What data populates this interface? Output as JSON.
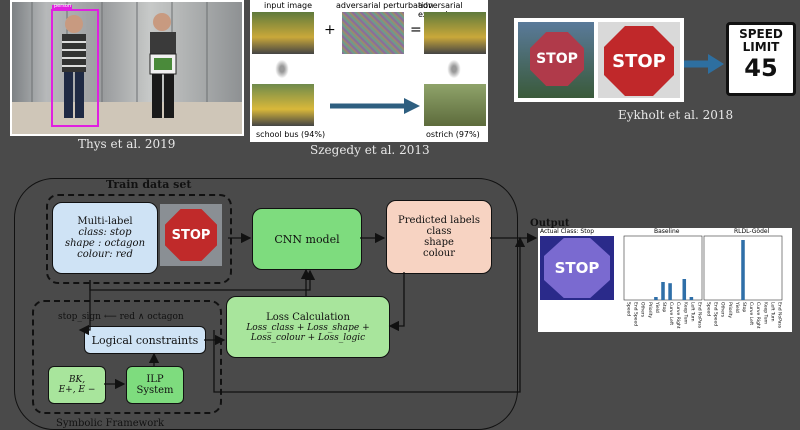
{
  "top": {
    "thys": {
      "caption": "Thys et al. 2019",
      "badge": "person"
    },
    "szegedy": {
      "caption": "Szegedy et al. 2013",
      "input_label": "input image",
      "pert_label": "adversarial perturbation",
      "example_label": "adversarial example",
      "plus": "+",
      "equals": "=",
      "bus_label": "school bus (94%)",
      "ostrich_label": "ostrich (97%)"
    },
    "eykholt": {
      "caption": "Eykholt et al. 2018",
      "speed_line1": "SPEED",
      "speed_line2": "LIMIT",
      "speed_value": "45",
      "stop_text": "STOP"
    }
  },
  "diagram": {
    "train_title": "Train data set",
    "multilabel_title": "Multi-label",
    "multilabel_lines": [
      "class: stop",
      "shape : octagon",
      "colour: red"
    ],
    "stop_text": "STOP",
    "cnn": "CNN model",
    "predicted_title": "Predicted labels",
    "predicted_lines": [
      "class",
      "shape",
      "colour"
    ],
    "loss_title": "Loss Calculation",
    "loss_line1": "Loss_class + Loss_shape +",
    "loss_line2": "Loss_colour + Loss_logic",
    "rule": "stop_sign ⟵ red ∧ octagon",
    "logical": "Logical constraints",
    "bk_lines": [
      "BK,",
      "E+, E −"
    ],
    "ilp_lines": [
      "ILP",
      "System"
    ],
    "symbolic": "Symbolic Framework",
    "output_label": "Output"
  },
  "output_panel": {
    "actual": "Actual Class: Stop",
    "baseline_title": "Baseline",
    "rldl_title": "RLDL-Gödel",
    "classes": [
      "Speed",
      "End Speed",
      "Others",
      "Priority",
      "Yield",
      "Stop",
      "Curve Left",
      "Curve Right",
      "Keep Turn",
      "Left Turn",
      "End NoPass"
    ],
    "baseline_values": [
      0.0,
      0.0,
      0.0,
      0.0,
      0.05,
      0.3,
      0.28,
      0.0,
      0.35,
      0.05,
      0.0
    ],
    "rldl_values": [
      0.0,
      0.0,
      0.0,
      0.0,
      0.0,
      1.0,
      0.0,
      0.0,
      0.0,
      0.0,
      0.0
    ]
  },
  "colors": {
    "blue_node": "#cfe3f5",
    "green_node": "#7edc7e",
    "pred_node": "#f7d3c2",
    "loss_node": "#a8e59c",
    "arrow": "#2e6fa0"
  }
}
